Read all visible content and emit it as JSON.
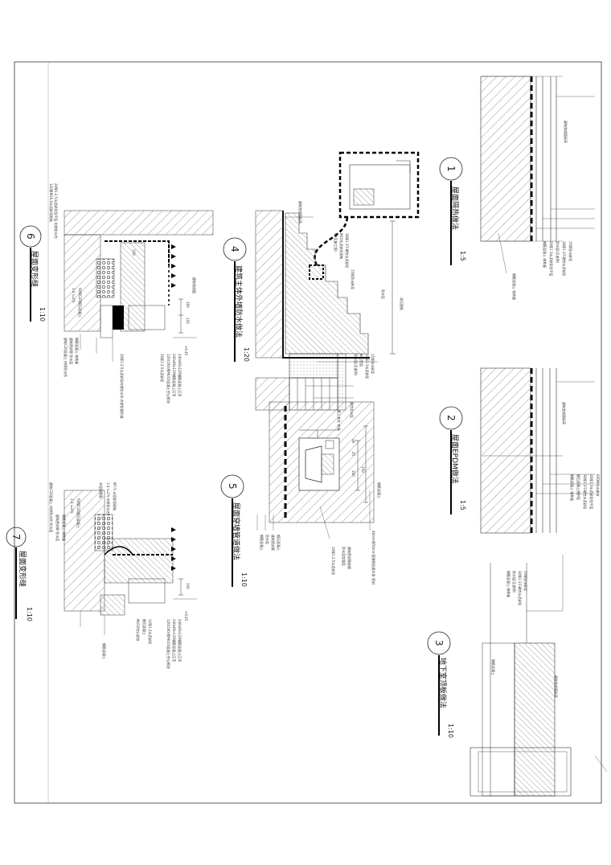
{
  "details": [
    {
      "num": "1",
      "title": "屋面隔热做法",
      "scale": "1:5"
    },
    {
      "num": "2",
      "title": "屋面EPDM做法",
      "scale": "1:5"
    },
    {
      "num": "3",
      "title": "地下室顶板做法",
      "scale": "1:10"
    },
    {
      "num": "4",
      "title": "建筑主体外墙防水做法",
      "scale": "1:20"
    },
    {
      "num": "5",
      "title": "屋面穿墙管道做法",
      "scale": "1:10"
    },
    {
      "num": "6",
      "title": "屋面变形缝",
      "scale": "1:10"
    },
    {
      "num": "7",
      "title": "屋面变形缝",
      "scale": "1:10"
    }
  ],
  "dims": {
    "d6_a": "100",
    "d6_b": "120",
    "d6_c": "+0.45",
    "d7_a": "150",
    "d7_b": "+0.45",
    "d5_a": "30",
    "d5_b": "25",
    "d5_c": "100",
    "d5_d": "150"
  }
}
